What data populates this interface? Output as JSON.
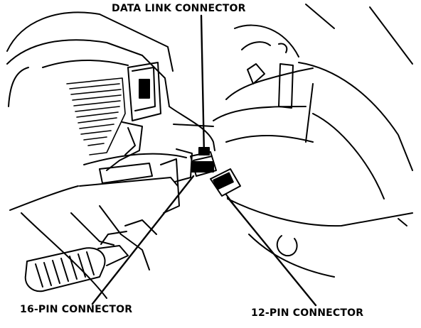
{
  "labels": {
    "data_link_connector": "DATA LINK CONNECTOR",
    "pin16_connector": "16-PIN CONNECTOR",
    "pin12_connector": "12-PIN CONNECTOR"
  },
  "colors": {
    "ink": "#000000",
    "background": "#ffffff"
  }
}
